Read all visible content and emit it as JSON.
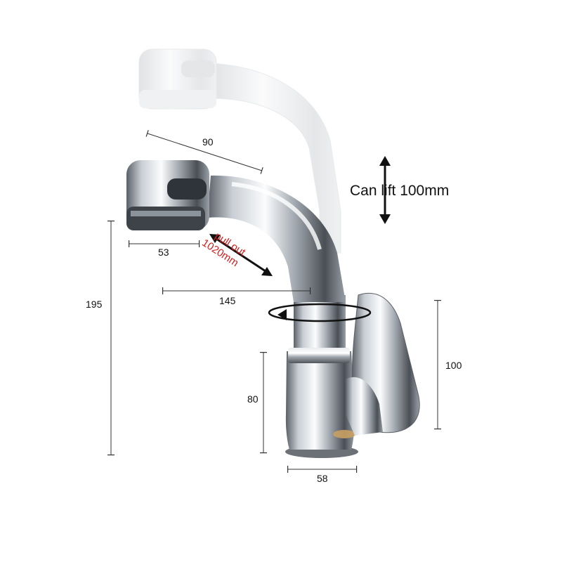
{
  "dimensions": {
    "spout_length": "90",
    "head_diameter": "53",
    "reach": "145",
    "total_height": "195",
    "body_height": "80",
    "base_diameter": "58",
    "handle_height": "100"
  },
  "annotations": {
    "lift": "Can lift 100mm",
    "pull_line1": "pull out",
    "pull_line2": "1020mm"
  },
  "colors": {
    "chrome_dark": "#5a5f66",
    "chrome_light": "#f4f6f8",
    "pull_out_text": "#d21e1e",
    "dimension_lines": "#333333"
  },
  "icons": [
    "lift-arrow-icon",
    "pull-out-arrow-icon",
    "rotate-arrow-icon"
  ]
}
